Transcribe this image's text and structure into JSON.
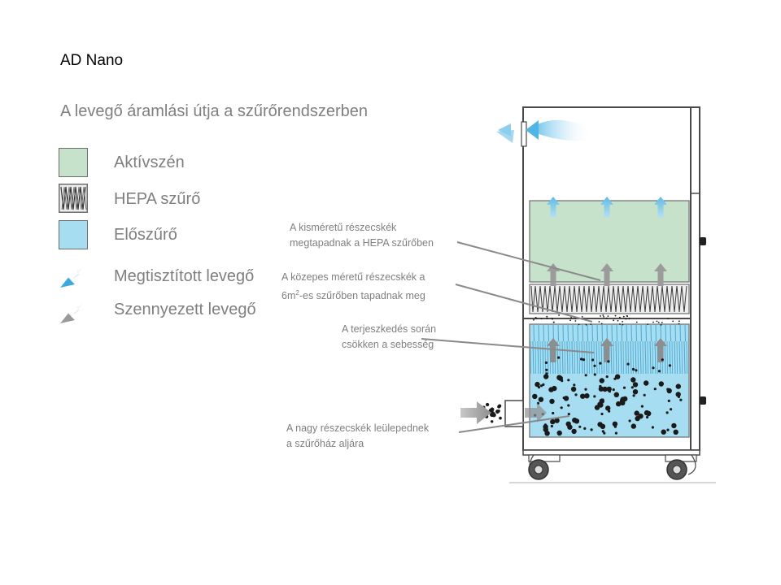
{
  "title": "AD Nano",
  "subtitle": "A levegő áramlási útja a szűrőrendszerben",
  "legend": [
    {
      "label": "Aktívszén",
      "color": "#c6e2cb"
    },
    {
      "label": "HEPA szűrő",
      "color": "#9b9b9b"
    },
    {
      "label": "Előszűrő",
      "color": "#a7ddf0"
    },
    {
      "label": "Megtisztított levegő",
      "color": "#4fb5e6"
    },
    {
      "label": "Szennyezett levegő",
      "color": "#a0a0a0"
    }
  ],
  "annotations": {
    "hepa": {
      "line1": "A kisméretű részecskék",
      "line2": "megtapadnak a HEPA szűrőben"
    },
    "medium": {
      "line1": "A közepes méretű részecskék a",
      "line2_pre": "6m",
      "line2_sup": "2",
      "line2_post": "-es szűrőben tapadnak meg"
    },
    "expansion": {
      "line1": "A terjeszkedés során",
      "line2": "csökken a sebesség"
    },
    "large": {
      "line1": "A nagy részecskék leülepednek",
      "line2": "a szűrőház aljára"
    }
  },
  "colors": {
    "carbon": "#c6e2cb",
    "prefilter": "#a7ddf0",
    "clean_air": "#4fb5e6",
    "dirty_air": "#a0a0a0",
    "frame": "#4a4a4a",
    "text_gray": "#7f7f7f"
  }
}
